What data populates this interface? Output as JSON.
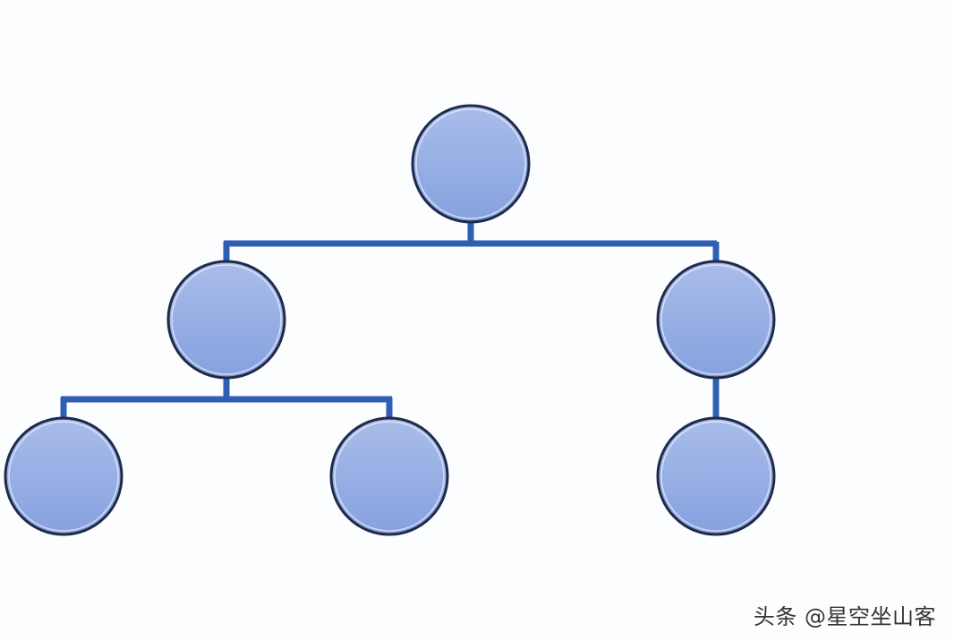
{
  "diagram": {
    "type": "tree",
    "nodes": [
      {
        "id": "root",
        "label": ""
      },
      {
        "id": "left",
        "label": "",
        "parent": "root"
      },
      {
        "id": "right",
        "label": "",
        "parent": "root"
      },
      {
        "id": "left-left",
        "label": "",
        "parent": "left"
      },
      {
        "id": "left-right",
        "label": "",
        "parent": "left"
      },
      {
        "id": "right-child",
        "label": "",
        "parent": "right"
      }
    ],
    "colors": {
      "node_fill_top": "#9fb4e6",
      "node_fill_bottom": "#8aa5e0",
      "node_outline": "#1f2a4a",
      "connector": "#2f5fb3"
    }
  },
  "watermark": {
    "text": "头条 @星空坐山客"
  }
}
